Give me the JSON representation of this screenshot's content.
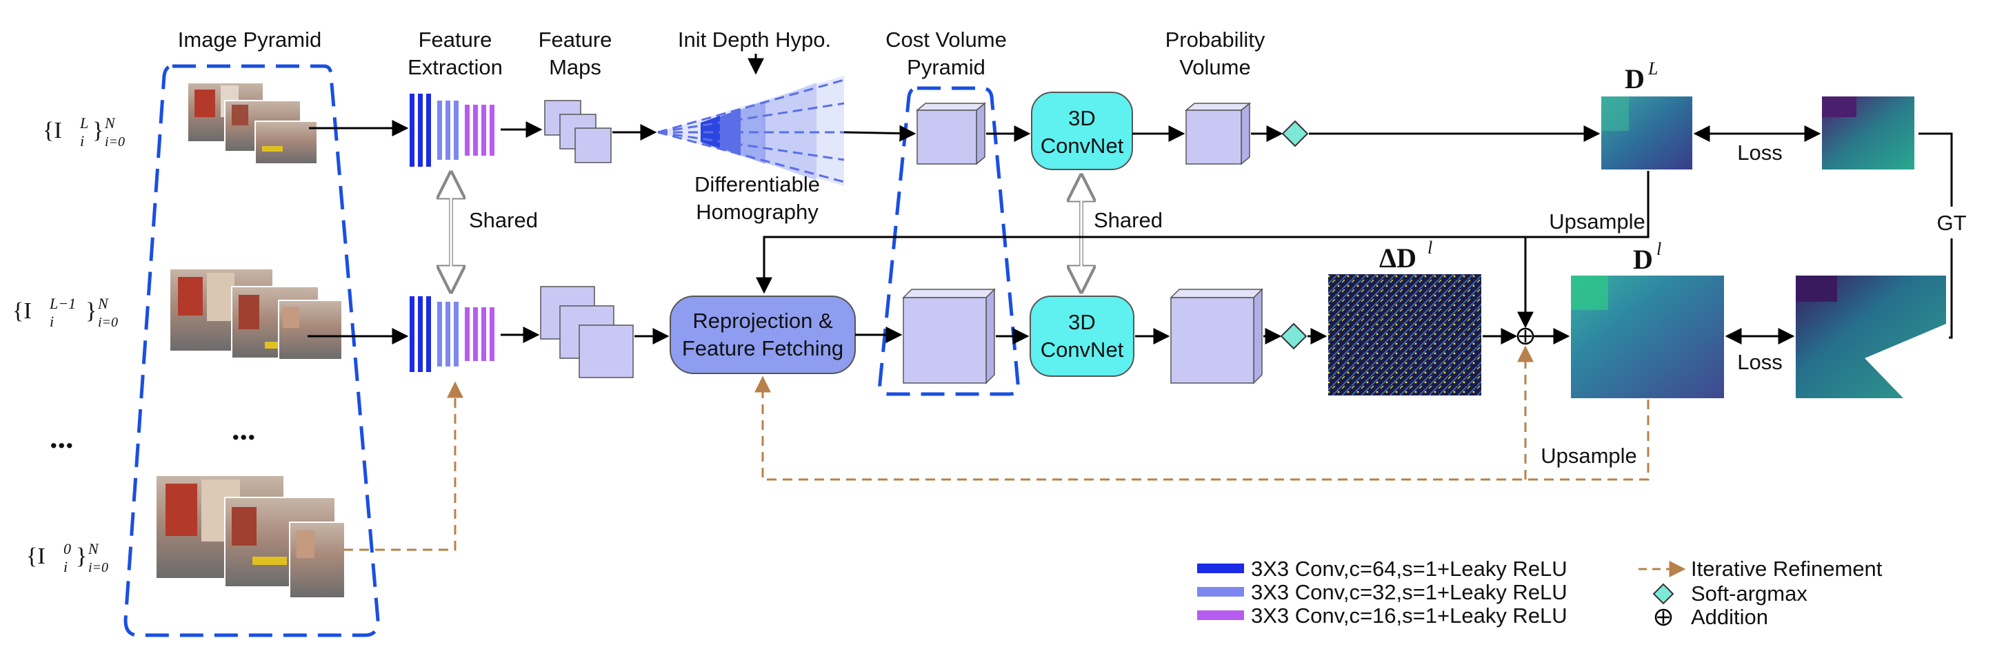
{
  "labels": {
    "image_pyramid": "Image Pyramid",
    "feature_extraction_1": "Feature",
    "feature_extraction_2": "Extraction",
    "feature_maps_1": "Feature",
    "feature_maps_2": "Maps",
    "init_depth": "Init Depth Hypo.",
    "cost_volume_1": "Cost Volume",
    "cost_volume_2": "Pyramid",
    "probability_1": "Probability",
    "probability_2": "Volume",
    "diff_homo_1": "Differentiable",
    "diff_homo_2": "Homography",
    "shared_left": "Shared",
    "shared_right": "Shared",
    "upsample_top": "Upsample",
    "upsample_bottom": "Upsample",
    "loss_top": "Loss",
    "loss_bottom": "Loss",
    "gt": "GT",
    "ellipsis_left": "...",
    "ellipsis_mid": "..."
  },
  "math": {
    "row1_I": "{I",
    "row1_sup": "L",
    "row1_sub": "i",
    "row1_close": "}",
    "row1_N": "N",
    "row1_range": "i=0",
    "row2_I": "{I",
    "row2_sup": "L−1",
    "row2_sub": "i",
    "row2_close": "}",
    "row2_N": "N",
    "row2_range": "i=0",
    "row3_I": "{I",
    "row3_sup": "0",
    "row3_sub": "i",
    "row3_close": "}",
    "row3_N": "N",
    "row3_range": "i=0",
    "DL": "D",
    "DL_sup": "L",
    "Dl": "D",
    "Dl_sup": "l",
    "dDl": "ΔD",
    "dDl_sup": "l"
  },
  "blocks": {
    "convnet_top_1": "3D",
    "convnet_top_2": "ConvNet",
    "convnet_bot_1": "3D",
    "convnet_bot_2": "ConvNet",
    "reproj_1": "Reprojection &",
    "reproj_2": "Feature Fetching"
  },
  "legend": {
    "conv64": "3X3 Conv,c=64,s=1+Leaky ReLU",
    "conv32": "3X3 Conv,c=32,s=1+Leaky ReLU",
    "conv16": "3X3 Conv,c=16,s=1+Leaky ReLU",
    "iterative": "Iterative Refinement",
    "softargmax": "Soft-argmax",
    "addition": "Addition"
  },
  "colors": {
    "conv64": "#1a2be6",
    "conv32": "#7c88ef",
    "conv16": "#b65cf0",
    "dashed_blue": "#1a4fe0",
    "refine_brown": "#b8804a",
    "cube_face": "#c9c8f4",
    "convnet_fill": "#5ff0f0",
    "reproj_fill": "#8e9df0",
    "softargmax": "#7ee8d8"
  },
  "icons": {
    "soft_argmax": "diamond-icon",
    "addition": "circled-plus-icon"
  }
}
